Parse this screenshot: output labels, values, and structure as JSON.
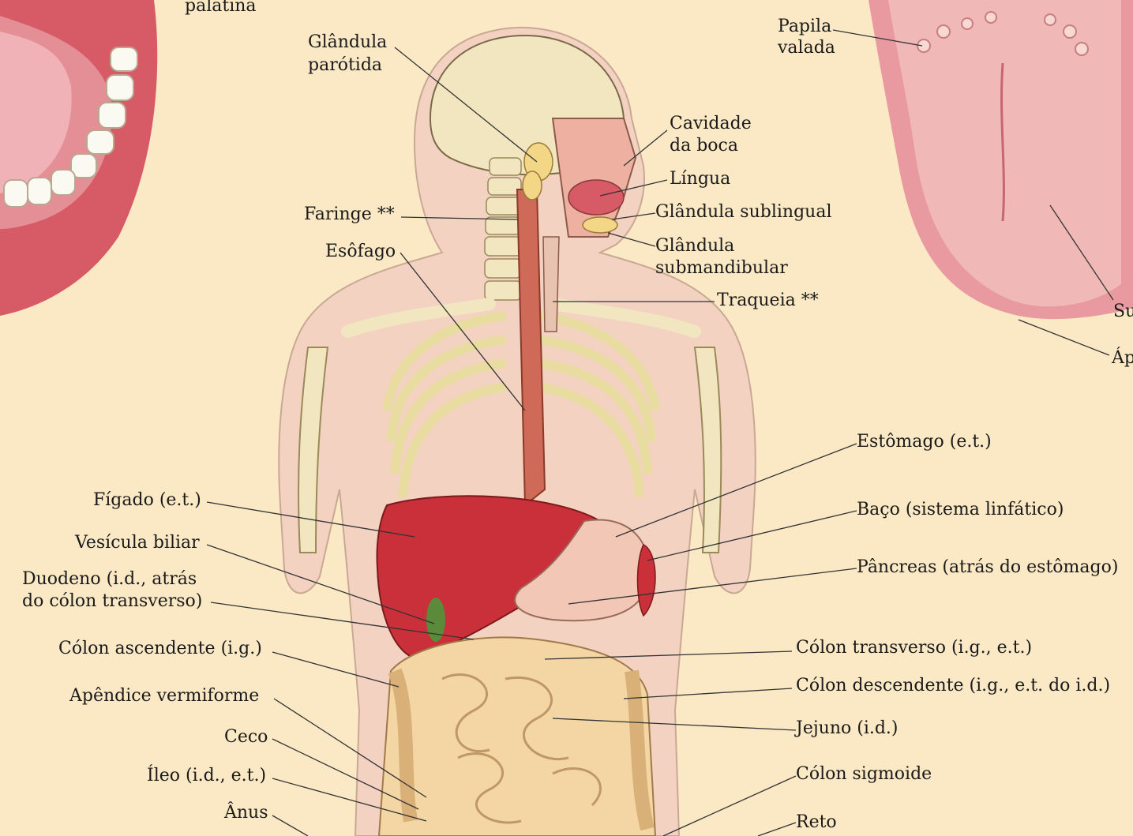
{
  "colors": {
    "background": "#fbe9c6",
    "body": "#f3d2c2",
    "bone": "#f1e6bf",
    "liver": "#c9303a",
    "stomach": "#f2c7b6",
    "intestine": "#f3d6a4",
    "esophagus": "#cf6a58",
    "tongue": "#e99aa0",
    "leader": "#333333"
  },
  "labels": {
    "palatina": "palatina",
    "glandula_parotida": [
      "Glândula",
      "parótida"
    ],
    "papila_valada": [
      "Papila",
      "valada"
    ],
    "cavidade_boca": [
      "Cavidade",
      "da boca"
    ],
    "lingua": "Língua",
    "faringe": "Faringe **",
    "glandula_sublingual": "Glândula sublingual",
    "esofago": "Esôfago",
    "glandula_submandibular": [
      "Glândula",
      "submandibular"
    ],
    "traqueia": "Traqueia **",
    "estomago": "Estômago (e.t.)",
    "baco": "Baço (sistema linfático)",
    "figado": "Fígado (e.t.)",
    "vesicula": "Vesícula biliar",
    "pancreas": "Pâncreas (atrás do estômago)",
    "duodeno": [
      "Duodeno (i.d., atrás",
      "do cólon transverso)"
    ],
    "colon_ascendente": "Cólon ascendente (i.g.)",
    "colon_transverso": "Cólon transverso (i.g., e.t.)",
    "colon_descendente": "Cólon descendente (i.g., e.t. do i.d.)",
    "apendice": "Apêndice vermiforme",
    "jejuno": "Jejuno (i.d.)",
    "ceco": "Ceco",
    "colon_sigmoide": "Cólon sigmoide",
    "ileo": "Íleo (i.d., e.t.)",
    "anus": "Ânus",
    "reto": "Reto",
    "su_partial": "Su",
    "ap_partial": "Áp"
  }
}
